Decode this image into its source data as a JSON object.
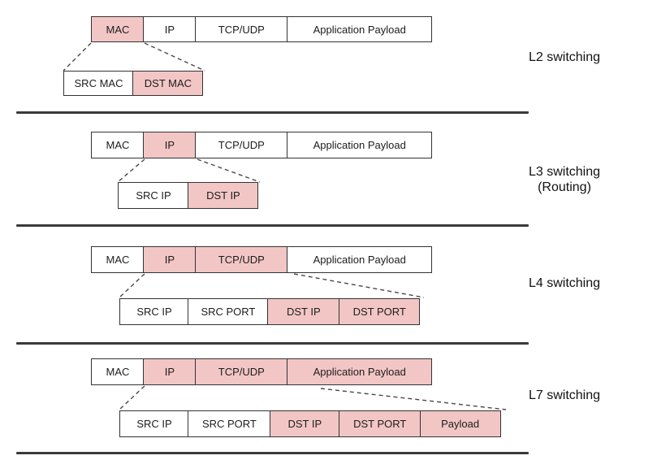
{
  "colors": {
    "highlight": "#f3c6c6",
    "box_border": "#333333",
    "divider": "#3a3a3a"
  },
  "sections": [
    {
      "label": "L2 switching",
      "sublabel": "",
      "packet": {
        "cells": [
          {
            "label": "MAC",
            "highlighted": true
          },
          {
            "label": "IP",
            "highlighted": false
          },
          {
            "label": "TCP/UDP",
            "highlighted": false
          },
          {
            "label": "Application Payload",
            "highlighted": false
          }
        ]
      },
      "expansion": {
        "cells": [
          {
            "label": "SRC MAC",
            "highlighted": false
          },
          {
            "label": "DST MAC",
            "highlighted": true
          }
        ]
      }
    },
    {
      "label": "L3 switching",
      "sublabel": "(Routing)",
      "packet": {
        "cells": [
          {
            "label": "MAC",
            "highlighted": false
          },
          {
            "label": "IP",
            "highlighted": true
          },
          {
            "label": "TCP/UDP",
            "highlighted": false
          },
          {
            "label": "Application Payload",
            "highlighted": false
          }
        ]
      },
      "expansion": {
        "cells": [
          {
            "label": "SRC IP",
            "highlighted": false
          },
          {
            "label": "DST IP",
            "highlighted": true
          }
        ]
      }
    },
    {
      "label": "L4 switching",
      "sublabel": "",
      "packet": {
        "cells": [
          {
            "label": "MAC",
            "highlighted": false
          },
          {
            "label": "IP",
            "highlighted": true
          },
          {
            "label": "TCP/UDP",
            "highlighted": true
          },
          {
            "label": "Application Payload",
            "highlighted": false
          }
        ]
      },
      "expansion": {
        "cells": [
          {
            "label": "SRC IP",
            "highlighted": false
          },
          {
            "label": "SRC PORT",
            "highlighted": false
          },
          {
            "label": "DST IP",
            "highlighted": true
          },
          {
            "label": "DST PORT",
            "highlighted": true
          }
        ]
      }
    },
    {
      "label": "L7 switching",
      "sublabel": "",
      "packet": {
        "cells": [
          {
            "label": "MAC",
            "highlighted": false
          },
          {
            "label": "IP",
            "highlighted": true
          },
          {
            "label": "TCP/UDP",
            "highlighted": true
          },
          {
            "label": "Application Payload",
            "highlighted": true
          }
        ]
      },
      "expansion": {
        "cells": [
          {
            "label": "SRC IP",
            "highlighted": false
          },
          {
            "label": "SRC PORT",
            "highlighted": false
          },
          {
            "label": "DST IP",
            "highlighted": true
          },
          {
            "label": "DST PORT",
            "highlighted": true
          },
          {
            "label": "Payload",
            "highlighted": true
          }
        ]
      }
    }
  ]
}
